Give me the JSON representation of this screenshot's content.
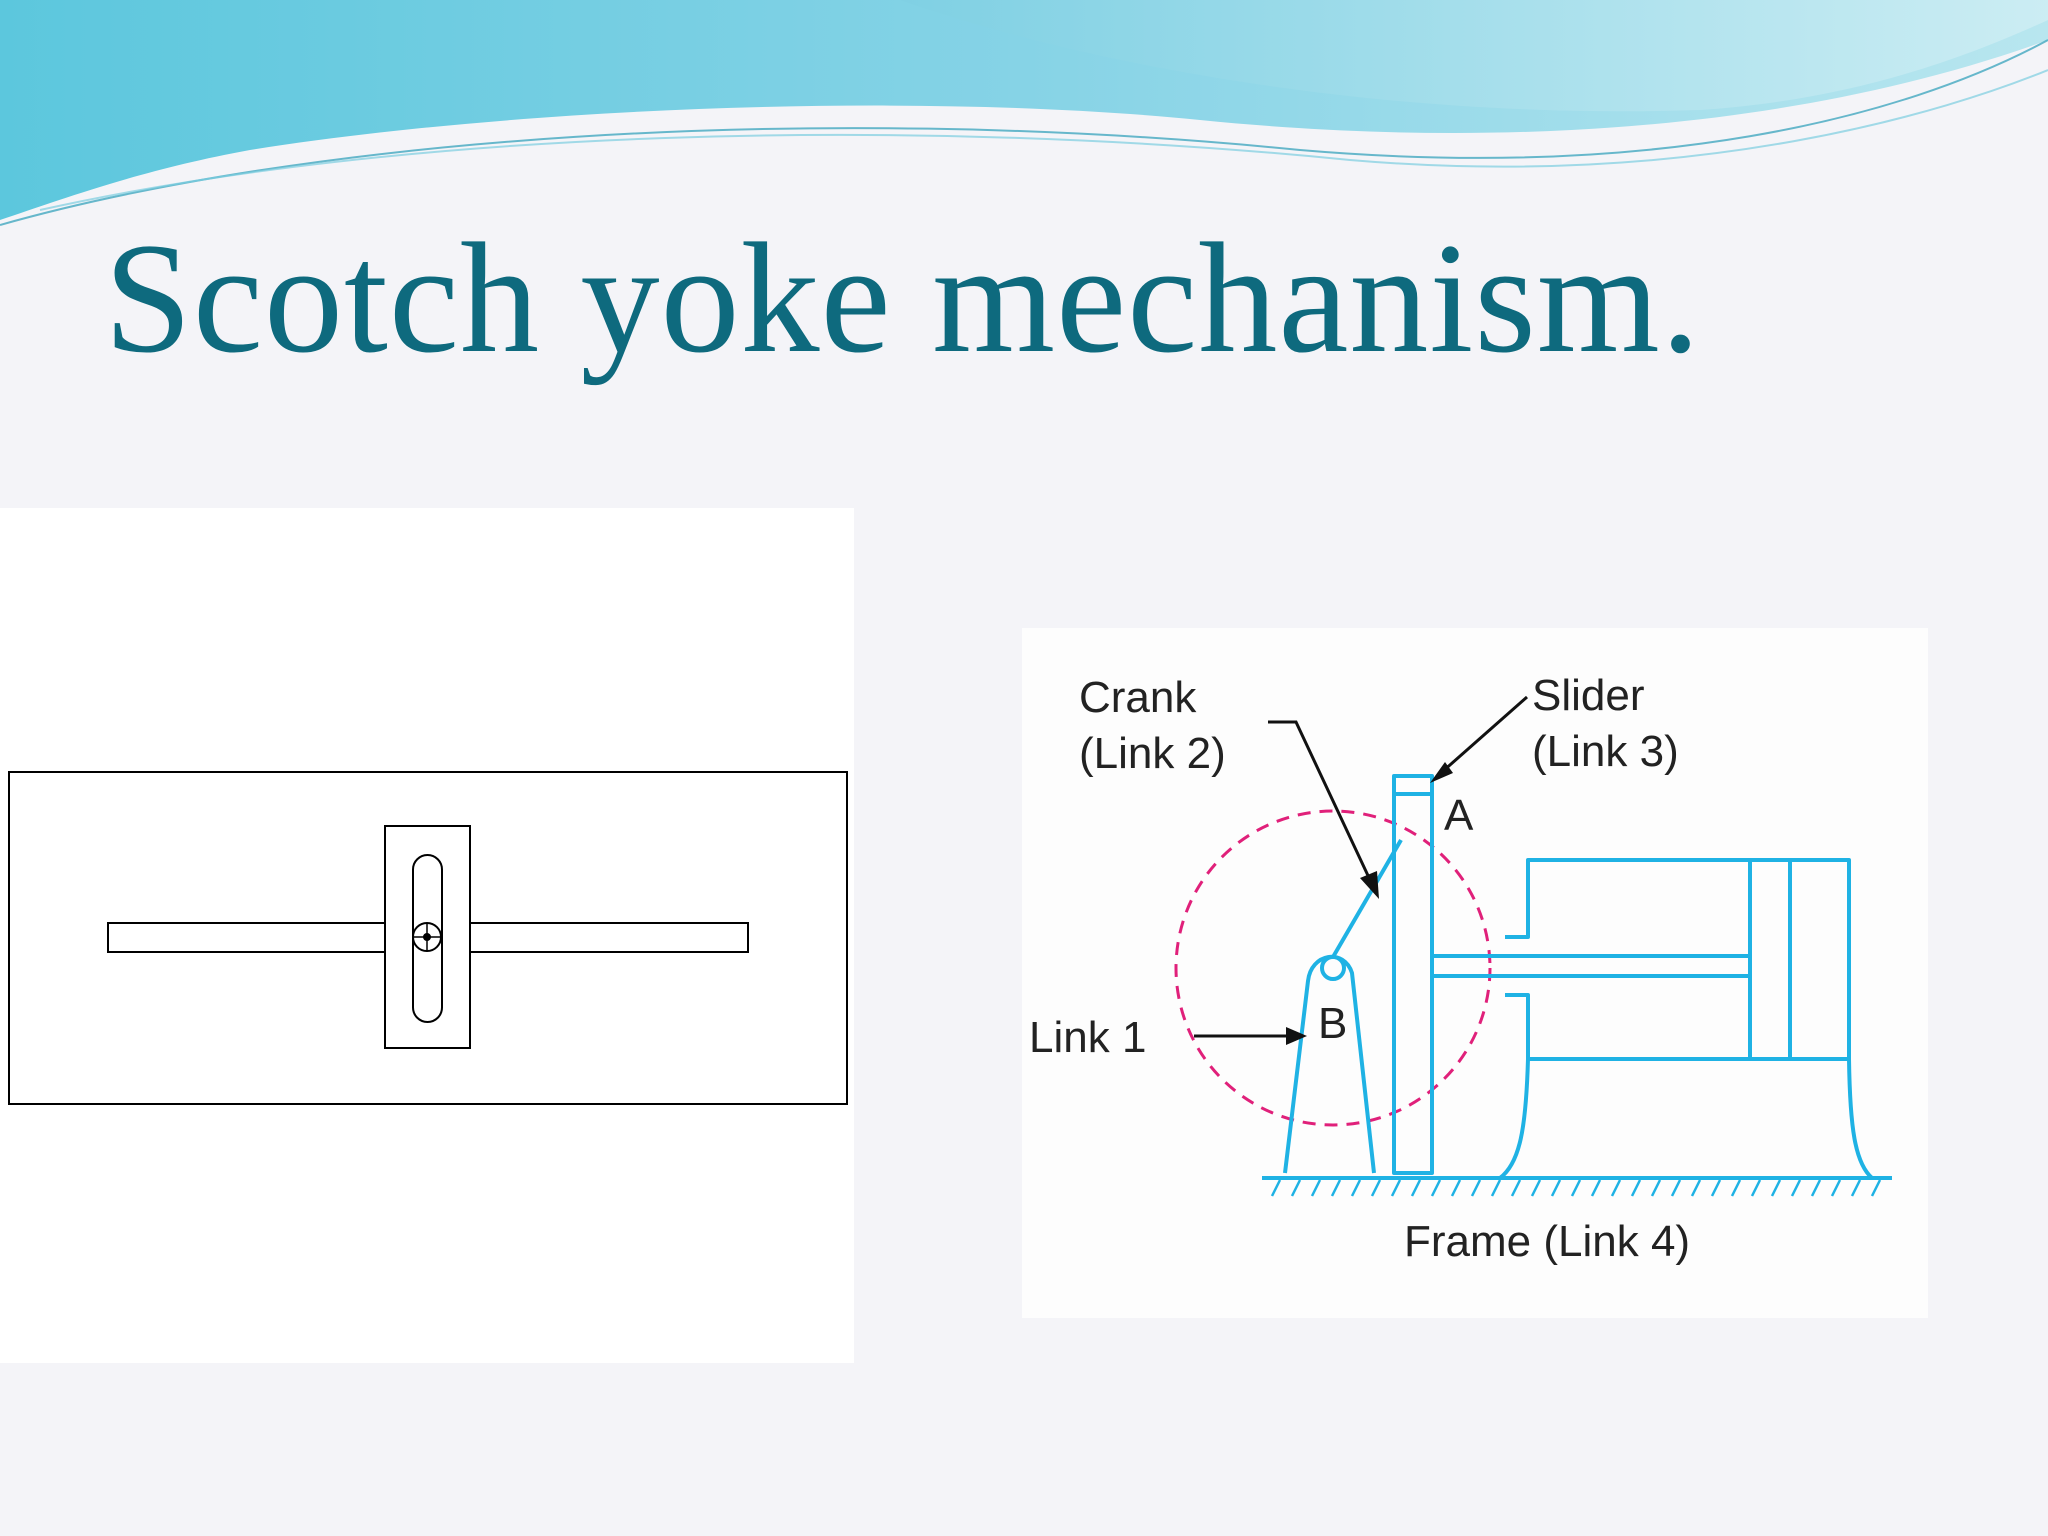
{
  "slide": {
    "title": "Scotch yoke mechanism."
  },
  "diagram": {
    "labels": {
      "crank_line1": "Crank",
      "crank_line2": "(Link 2)",
      "slider_line1": "Slider",
      "slider_line2": "(Link 3)",
      "point_a": "A",
      "point_b": "B",
      "link1": "Link 1",
      "frame": "Frame (Link 4)"
    }
  },
  "colors": {
    "title": "#0e6a7e",
    "mechanism_line": "#1fb2e4",
    "crank_circle": "#e0207a",
    "annotation": "#222222",
    "wave_dark": "#3fb6d6",
    "wave_light": "#9fdde9"
  }
}
